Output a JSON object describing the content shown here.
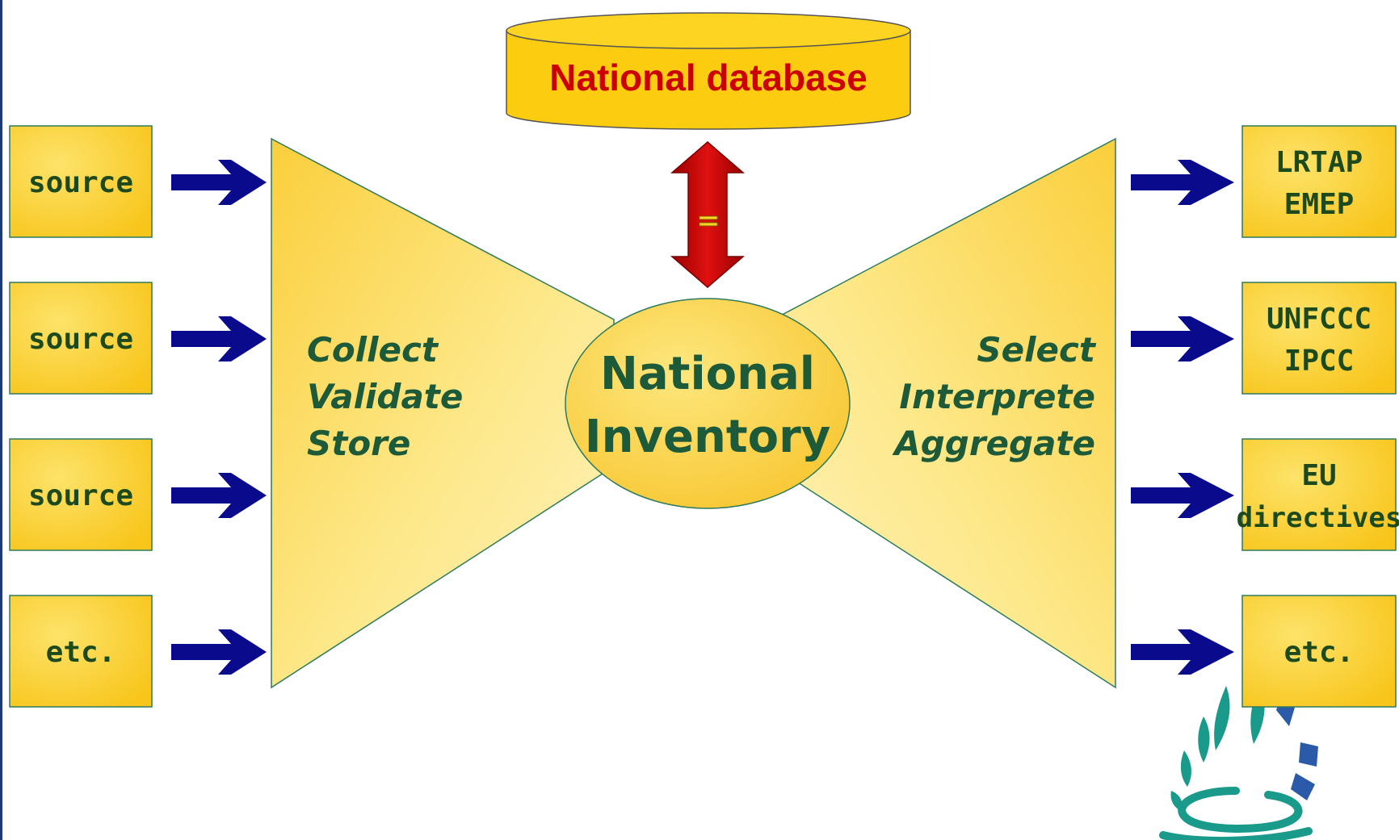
{
  "database": {
    "label": "National database",
    "text_color": "#cc0000"
  },
  "exchange_symbol": "=",
  "inventory": {
    "line1": "National",
    "line2": "Inventory"
  },
  "collect_steps": [
    "Collect",
    "Validate",
    "Store"
  ],
  "output_steps": [
    "Select",
    "Interprete",
    "Aggregate"
  ],
  "sources": [
    "source",
    "source",
    "source",
    "etc."
  ],
  "outputs": [
    {
      "line1": "LRTAP",
      "line2": "EMEP"
    },
    {
      "line1": "UNFCCC",
      "line2": "IPCC"
    },
    {
      "line1": "EU",
      "line2": "directives"
    },
    {
      "line1": "etc.",
      "line2": ""
    }
  ],
  "colors": {
    "box_fill": "#fcd116",
    "arrow_blue": "#0a0a8c",
    "arrow_red": "#c80000",
    "logo_teal": "#1a9a8a",
    "logo_blue": "#2a5aa8"
  }
}
